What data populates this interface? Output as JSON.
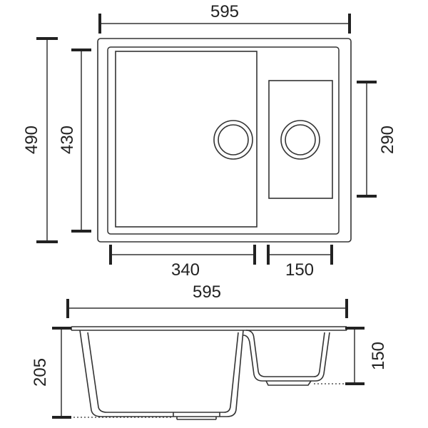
{
  "top_view": {
    "overall_width": "595",
    "overall_depth": "490",
    "inner_depth": "430",
    "small_bowl_depth": "290",
    "large_bowl_width": "340",
    "small_bowl_width": "150"
  },
  "side_view": {
    "overall_width": "595",
    "large_bowl_height": "205",
    "small_bowl_height": "150"
  }
}
